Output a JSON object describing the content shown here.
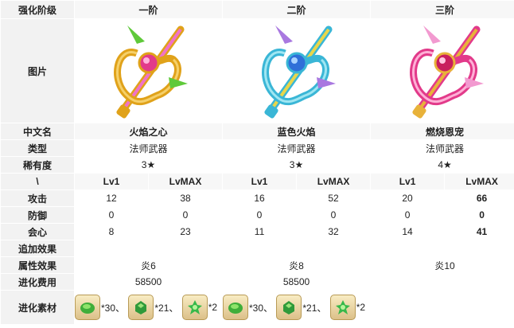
{
  "labels": {
    "level": "强化阶级",
    "image": "图片",
    "name": "中文名",
    "type": "类型",
    "rarity": "稀有度",
    "slash": "\\",
    "atk": "攻击",
    "def": "防御",
    "crit": "会心",
    "extra": "追加效果",
    "attr": "属性效果",
    "cost": "进化费用",
    "material": "进化素材"
  },
  "tiers": [
    {
      "title": "一阶",
      "name": "火焰之心",
      "type": "法师武器",
      "rarity": "3★",
      "lv1": "Lv1",
      "lvmax": "LvMAX",
      "atk": [
        "12",
        "38"
      ],
      "def": [
        "0",
        "0"
      ],
      "crit": [
        "8",
        "23"
      ],
      "attr": "炎6",
      "cost": "58500",
      "materials": [
        "*30、",
        "*21、",
        "*2"
      ]
    },
    {
      "title": "二阶",
      "name": "蓝色火焰",
      "type": "法师武器",
      "rarity": "3★",
      "lv1": "Lv1",
      "lvmax": "LvMAX",
      "atk": [
        "16",
        "52"
      ],
      "def": [
        "0",
        "0"
      ],
      "crit": [
        "11",
        "32"
      ],
      "attr": "炎8",
      "cost": "58500",
      "materials": [
        "*30、",
        "*21、",
        "*2"
      ]
    },
    {
      "title": "三阶",
      "name": "燃烧恩宠",
      "type": "法师武器",
      "rarity": "4★",
      "lv1": "Lv1",
      "lvmax": "LvMAX",
      "atk": [
        "20",
        "66"
      ],
      "def": [
        "0",
        "0"
      ],
      "crit": [
        "14",
        "41"
      ],
      "attr": "炎10"
    }
  ],
  "colors": {
    "tier1": {
      "frame": "#e0a21a",
      "shaft": "#f072c8",
      "leaf": "#5fc93a",
      "gem": "#e23a8a"
    },
    "tier2": {
      "frame": "#3ab6d6",
      "shaft": "#e8d64a",
      "leaf": "#a978e0",
      "gem": "#2f6fd8"
    },
    "tier3": {
      "frame": "#e23a8a",
      "shaft": "#e8b23a",
      "leaf": "#f29ad0",
      "gem": "#c81e5e"
    }
  },
  "icons": [
    "weapon-bow-icon",
    "green-gem-icon",
    "green-ore-icon",
    "green-crystal-icon"
  ]
}
